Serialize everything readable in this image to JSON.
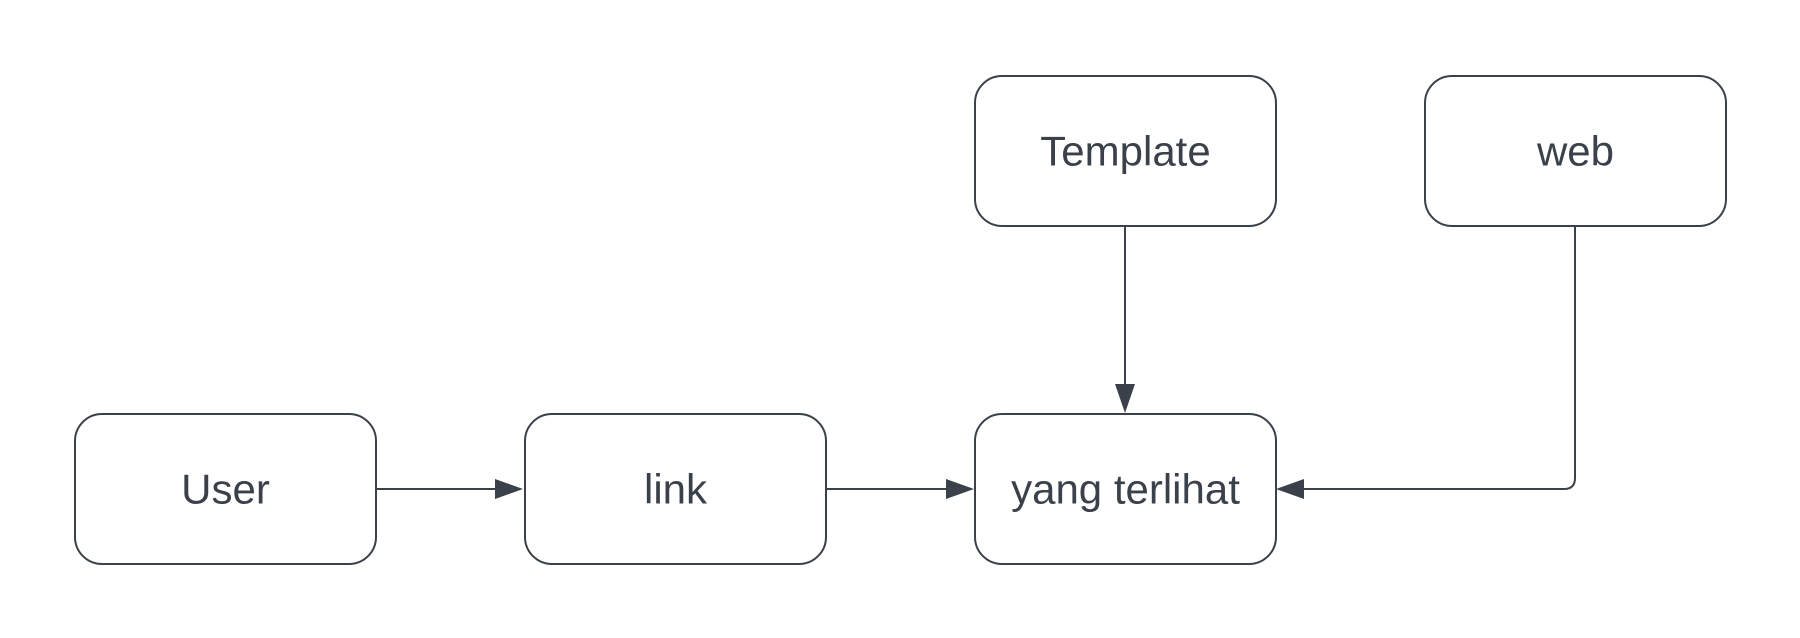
{
  "diagram": {
    "nodes": {
      "user": {
        "label": "User"
      },
      "link": {
        "label": "link"
      },
      "yang_terlihat": {
        "label": "yang terlihat"
      },
      "template": {
        "label": "Template"
      },
      "web": {
        "label": "web"
      }
    },
    "edges": [
      {
        "from": "User",
        "to": "link"
      },
      {
        "from": "link",
        "to": "yang terlihat"
      },
      {
        "from": "Template",
        "to": "yang terlihat"
      },
      {
        "from": "web",
        "to": "yang terlihat"
      }
    ],
    "colors": {
      "stroke": "#3a414a",
      "text": "#3a414a",
      "background": "#ffffff"
    }
  }
}
